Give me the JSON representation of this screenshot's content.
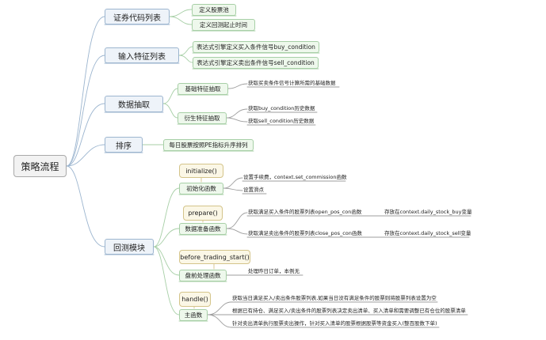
{
  "root": {
    "label": "策略流程"
  },
  "branches": [
    {
      "label": "证券代码列表",
      "children": [
        "定义股票池",
        "定义回测起止时间"
      ]
    },
    {
      "label": "输入特征列表",
      "children": [
        "表达式引擎定义买入条件信号buy_condition",
        "表达式引擎定义卖出条件信号sell_condition"
      ]
    },
    {
      "label": "数据抽取",
      "children": [
        {
          "label": "基础特征抽取",
          "notes": [
            "获取买卖条件信号计算所需的基础数据"
          ]
        },
        {
          "label": "衍生特征抽取",
          "notes": [
            "获取buy_condition历史数据",
            "获取sell_condition历史数据"
          ]
        }
      ]
    },
    {
      "label": "排序",
      "children": [
        "每日股票按照PE指标升序排列"
      ]
    },
    {
      "label": "回测模块",
      "children": [
        {
          "func": "initialize()",
          "label": "初始化函数",
          "notes": [
            "设置手续费，context.set_commission函数",
            "设置滑点"
          ]
        },
        {
          "func": "prepare()",
          "label": "数据准备函数",
          "notes": [
            "获取满足买入条件的股票列表open_pos_con函数",
            "获取满足卖出条件的股票列表close_pos_con函数"
          ],
          "subnotes": [
            "存放在context.daily_stock_buy变量",
            "存放在context.daily_stock_sell变量"
          ]
        },
        {
          "func": "before_trading_start()",
          "label": "盘前处理函数",
          "notes": [
            "处理昨日订单，本例无"
          ]
        },
        {
          "func": "handle()",
          "label": "主函数",
          "notes": [
            "获取当日满足买入/卖出条件股票列表,如果当日没有满足条件的股票则将股票列表设置为空",
            "根据已有持仓、满足买入/卖出条件的股票列表决定卖出清单、买入清单和需要调整已有仓位的股票清单",
            "针对卖出清单执行股票卖出操作，针对买入清单的股票根据股票等资金买入(整百股数下单)"
          ]
        }
      ]
    }
  ]
}
